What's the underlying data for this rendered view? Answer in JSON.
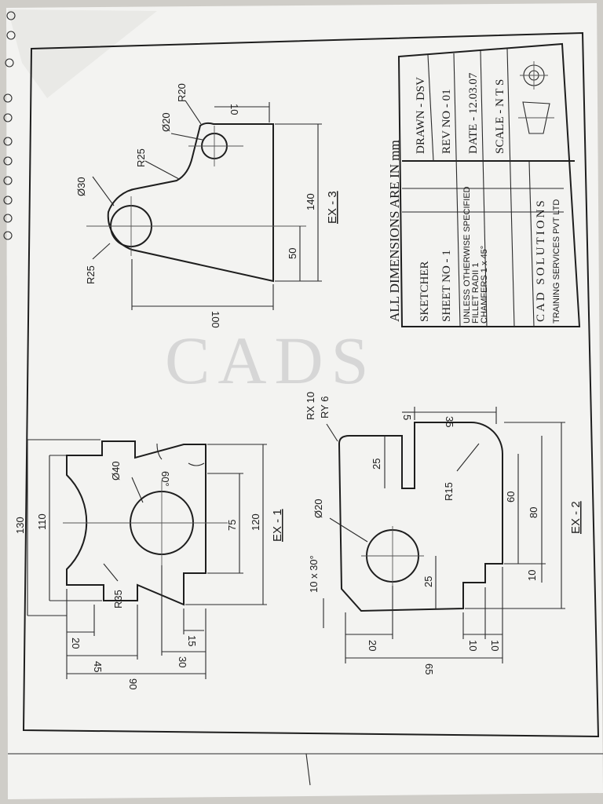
{
  "title_block": {
    "all_dimensions": "ALL DIMENSIONS ARE IN mm",
    "drawn": "DRAWN - DSV",
    "rev": "REV NO - 01",
    "date": "DATE - 12.03.07",
    "scale": "SCALE - N T S",
    "sketcher": "SKETCHER",
    "sheet": "SHEET NO - 1",
    "note1": "UNLESS OTHERWISE SPECIFIED",
    "note2": "FILLET RADII 1",
    "note3": "CHAMFERS 1 x 45°",
    "company": "CAD SOLUTIONS",
    "company_sub": "TRAINING SERVICES PVT LTD"
  },
  "watermark": "CADS",
  "ex1": {
    "label": "EX - 1",
    "dims": {
      "d130": "130",
      "d110": "110",
      "d40": "Ø40",
      "d60": "60°",
      "d75": "75",
      "d120": "120",
      "r35": "R35",
      "d20": "20",
      "d45": "45",
      "d15": "15",
      "d30": "30",
      "d90": "90"
    }
  },
  "ex2": {
    "label": "EX - 2",
    "dims": {
      "rx": "RX 10",
      "ry": "RY 6",
      "d5": "5",
      "d35": "35",
      "d25a": "25",
      "r15": "R15",
      "d20dia": "Ø20",
      "ch": "10 x 30°",
      "d60": "60",
      "d80": "80",
      "d25b": "25",
      "d10v": "10",
      "d20": "20",
      "d10a": "10",
      "d10b": "10",
      "d65": "65"
    }
  },
  "ex3": {
    "label": "EX - 3",
    "dims": {
      "r20": "R20",
      "d10": "10",
      "d20dia": "Ø20",
      "r25a": "R25",
      "d30dia": "Ø30",
      "d140": "140",
      "d50": "50",
      "r25b": "R25",
      "d100": "100"
    }
  }
}
